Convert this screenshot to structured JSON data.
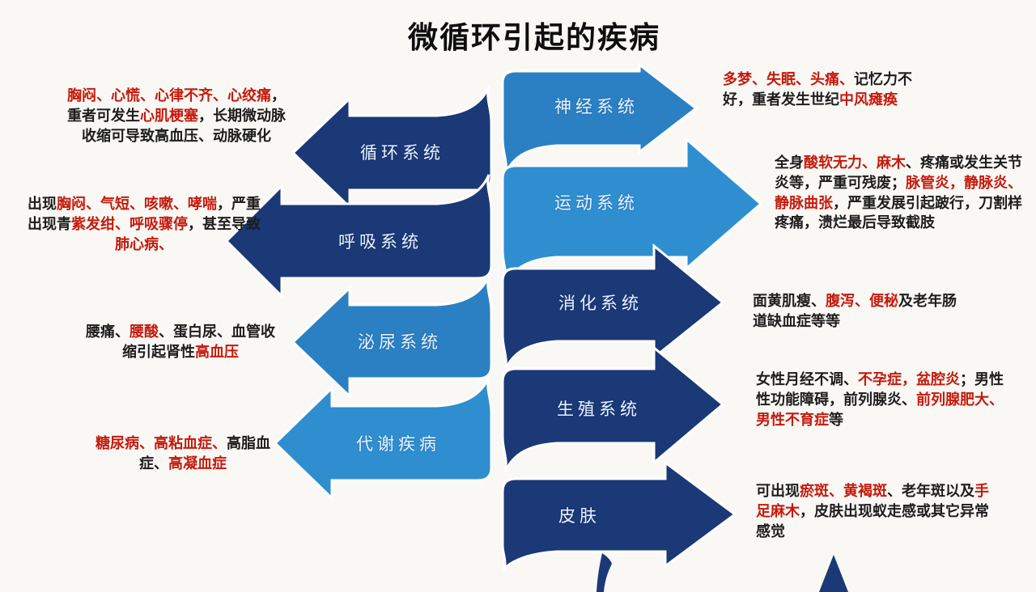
{
  "title": "微循环引起的疾病",
  "colors": {
    "navy": "#1b3877",
    "blue_medium": "#2a80c3",
    "blue_light": "#2f8ed0",
    "red": "#c51a0c",
    "ink": "#1d1d1d"
  },
  "arrows": {
    "left": [
      {
        "label": "循环系统"
      },
      {
        "label": "呼吸系统"
      },
      {
        "label": "泌尿系统"
      },
      {
        "label": "代谢疾病"
      }
    ],
    "right": [
      {
        "label": "神经系统"
      },
      {
        "label": "运动系统"
      },
      {
        "label": "消化系统"
      },
      {
        "label": "生殖系统"
      },
      {
        "label": "皮肤"
      }
    ]
  },
  "descriptions": {
    "circulatory": {
      "segments": [
        {
          "t": "胸闷、心慌、心律不齐、心绞痛",
          "c": "red"
        },
        {
          "t": "，重者可发生",
          "c": "black"
        },
        {
          "t": "心肌梗塞",
          "c": "red"
        },
        {
          "t": "，长期微动脉收缩可导致高血压、动脉硬化",
          "c": "black"
        }
      ]
    },
    "respiratory": {
      "segments": [
        {
          "t": "出现",
          "c": "black"
        },
        {
          "t": "胸闷、气短、咳嗽、哮喘",
          "c": "red"
        },
        {
          "t": "，严重出现青",
          "c": "black"
        },
        {
          "t": "紫发绀、呼吸骤停",
          "c": "red"
        },
        {
          "t": "，甚至导致",
          "c": "black"
        },
        {
          "t": "肺心病、",
          "c": "red"
        }
      ]
    },
    "urinary": {
      "segments": [
        {
          "t": "腰痛、",
          "c": "black"
        },
        {
          "t": "腰酸",
          "c": "red"
        },
        {
          "t": "、蛋白尿、血管收缩引起肾性",
          "c": "black"
        },
        {
          "t": "高血压",
          "c": "red"
        }
      ]
    },
    "metabolic": {
      "segments": [
        {
          "t": "糖尿病、高粘血症、",
          "c": "red"
        },
        {
          "t": "高脂血症、",
          "c": "black"
        },
        {
          "t": "高凝血症",
          "c": "red"
        }
      ]
    },
    "nervous": {
      "segments": [
        {
          "t": "多梦、失眠、头痛、",
          "c": "red"
        },
        {
          "t": "记忆力不好，重者发生世纪",
          "c": "black"
        },
        {
          "t": "中风瘫痪",
          "c": "red"
        }
      ]
    },
    "motor": {
      "segments": [
        {
          "t": "全身",
          "c": "black"
        },
        {
          "t": "酸软无力、麻木",
          "c": "red"
        },
        {
          "t": "、疼痛或发生关节炎等，严重可残废；",
          "c": "black"
        },
        {
          "t": "脉管炎，静脉炎、静脉曲张",
          "c": "red"
        },
        {
          "t": "，严重发展引起跛行，刀割样疼痛，溃烂最后导致截肢",
          "c": "black"
        }
      ]
    },
    "digestive": {
      "segments": [
        {
          "t": "面黄肌瘦、",
          "c": "black"
        },
        {
          "t": "腹泻、便秘",
          "c": "red"
        },
        {
          "t": "及老年肠道缺血症等等",
          "c": "black"
        }
      ]
    },
    "reproductive": {
      "segments": [
        {
          "t": "女性月经不调、",
          "c": "black"
        },
        {
          "t": "不孕症，盆腔炎",
          "c": "red"
        },
        {
          "t": "；男性性功能障碍，前列腺炎、",
          "c": "black"
        },
        {
          "t": "前列腺肥大、男性不育症",
          "c": "red"
        },
        {
          "t": "等",
          "c": "black"
        }
      ]
    },
    "skin": {
      "segments": [
        {
          "t": "可出现",
          "c": "black"
        },
        {
          "t": "瘀斑、黄褐斑",
          "c": "red"
        },
        {
          "t": "、老年斑以及",
          "c": "black"
        },
        {
          "t": "手足麻木",
          "c": "red"
        },
        {
          "t": "，皮肤出现蚁走感或其它异常感觉",
          "c": "black"
        }
      ]
    }
  }
}
